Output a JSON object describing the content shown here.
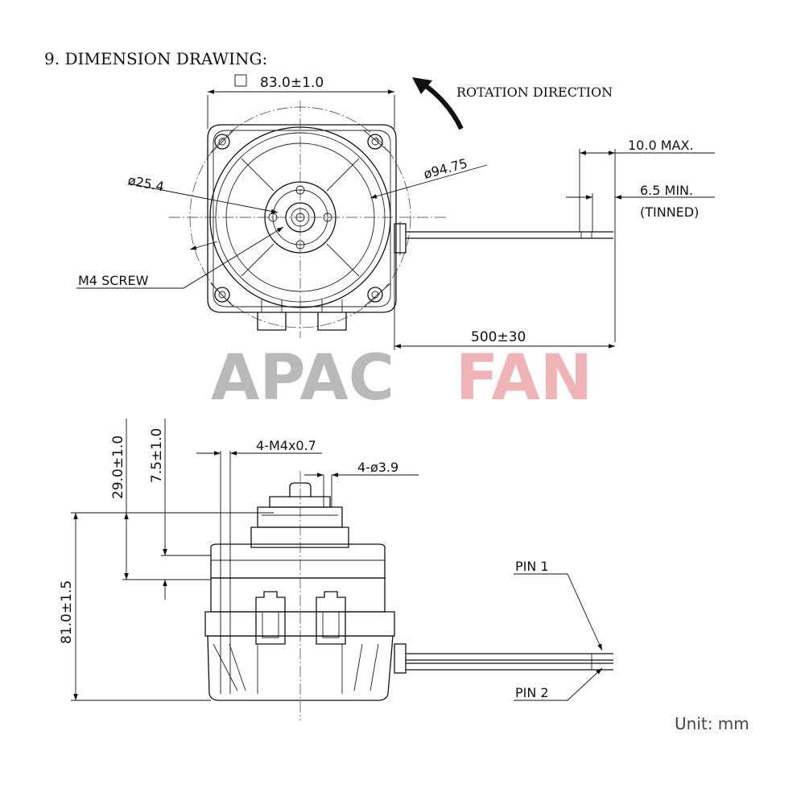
{
  "title": "9. DIMENSION DRAWING:",
  "watermark": {
    "left": "APAC",
    "right": "FAN",
    "left_color": "#b9b9b9",
    "right_color": "#f1b4b6"
  },
  "top_view": {
    "square_symbol": "□",
    "width_dim": "83.0±1.0",
    "rotation_label": "ROTATION DIRECTION",
    "hub_dia": "ø25.4",
    "outer_dia": "ø94.75",
    "screw_label": "M4 SCREW",
    "pin_max": "10.0 MAX.",
    "pin_min": "6.5 MIN.",
    "tinned": "(TINNED)",
    "lead_length": "500±30"
  },
  "side_view": {
    "height_total": "81.0±1.5",
    "height_upper": "29.0±1.0",
    "height_step": "7.5±1.0",
    "thread": "4-M4x0.7",
    "holes": "4-ø3.9",
    "pin1": "PIN 1",
    "pin2": "PIN 2"
  },
  "unit": "Unit:  mm"
}
